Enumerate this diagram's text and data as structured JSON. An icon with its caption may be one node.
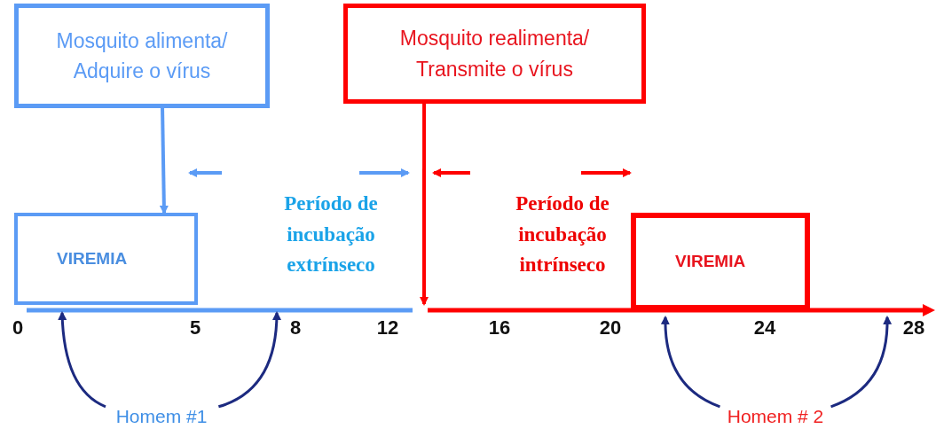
{
  "diagram": {
    "nodes": [
      {
        "text": [
          "Mosquito alimenta/ Adquire o vírus"
        ]
      },
      {
        "text": [
          "Mosquito realimenta/ Transmite o vírus"
        ]
      },
      {
        "text": [
          "VIREMIA"
        ]
      },
      {
        "text": [
          "VIREMIA"
        ]
      },
      {
        "text": [
          "Período de incubação extrínseco"
        ]
      },
      {
        "text": [
          "Período de incubação intrínseco"
        ]
      },
      {
        "text": [
          "Homem #1"
        ]
      },
      {
        "text": [
          "Homem # 2"
        ]
      },
      {
        "text": [],
        "shape": "bar"
      },
      {
        "text": [],
        "shape": "bar"
      }
    ],
    "edges": [
      {
        "from": 0,
        "to": 2,
        "arrow": "to",
        "color": "#5b9bf5"
      },
      {
        "from": 1,
        "to": 9,
        "arrow": "to",
        "color": "#ff0000"
      },
      {
        "from": 6,
        "to": 8,
        "arrow": "to"
      },
      {
        "from": 6,
        "to": 8,
        "arrow": "to"
      },
      {
        "from": 7,
        "to": 9,
        "arrow": "to"
      },
      {
        "from": 7,
        "to": 9,
        "arrow": "to"
      }
    ],
    "labels": [
      "0",
      "5",
      "8",
      "12",
      "16",
      "20",
      "24",
      "28"
    ]
  }
}
